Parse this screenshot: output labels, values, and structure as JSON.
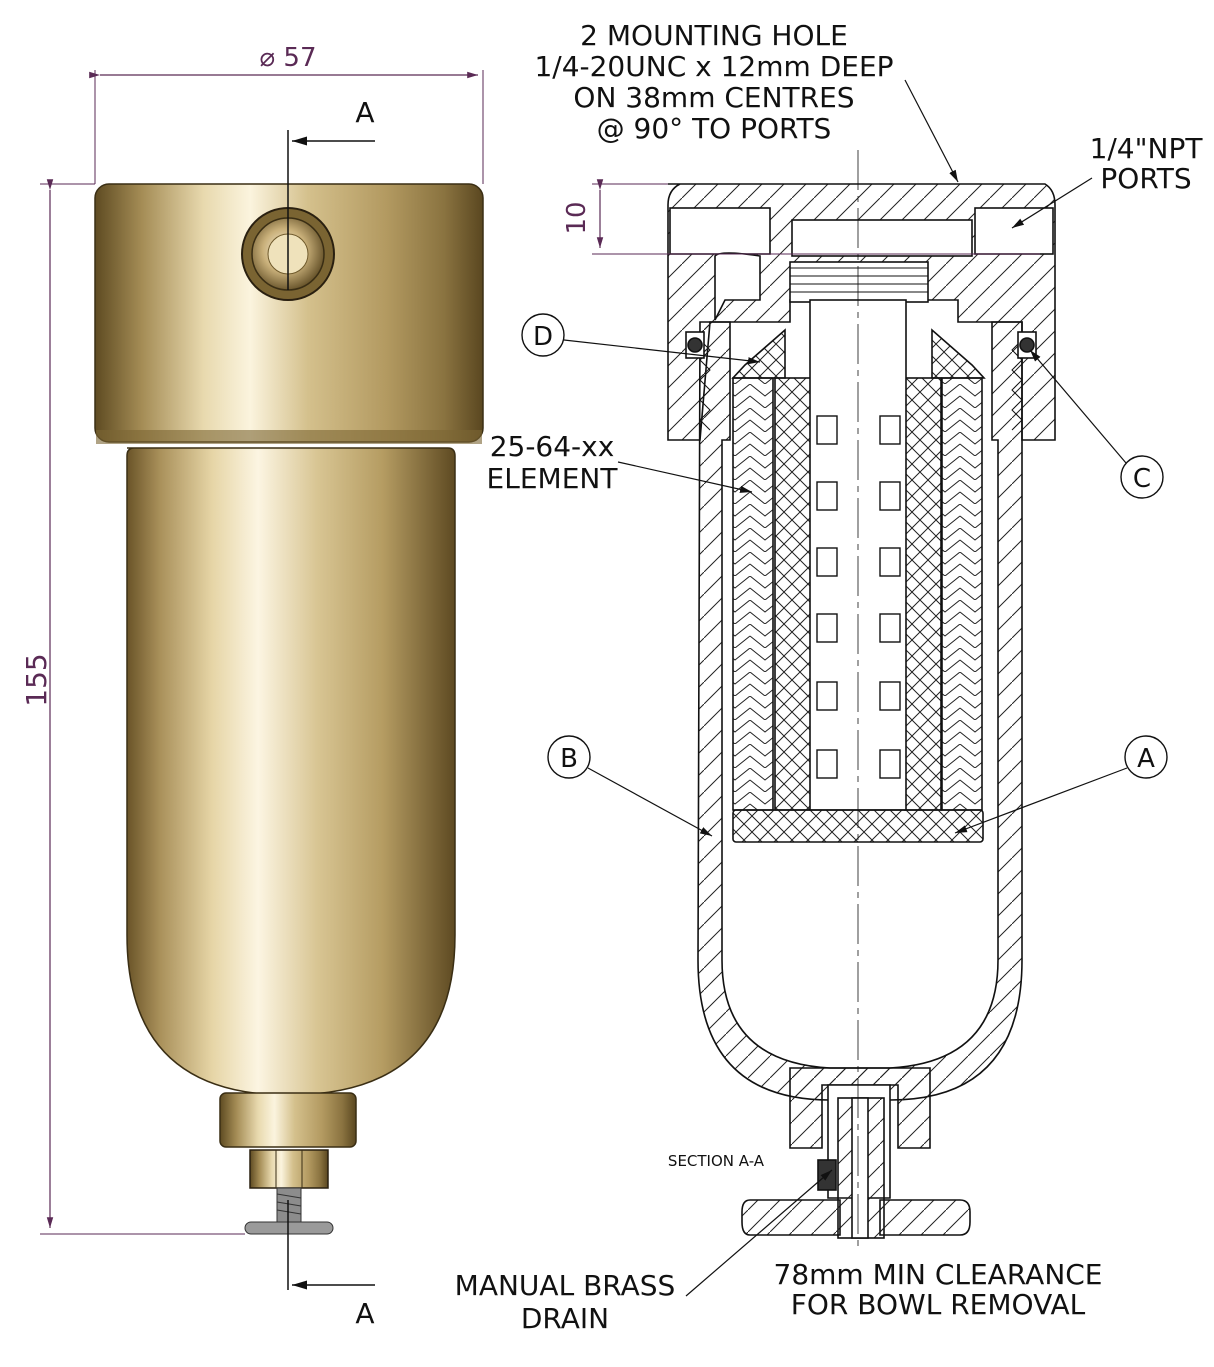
{
  "dimensions": {
    "diameter": "⌀ 57",
    "height": "155",
    "port_offset": "10"
  },
  "section_markers": {
    "top": "A",
    "bottom": "A"
  },
  "callouts": {
    "mounting_hole": [
      "2 MOUNTING HOLE",
      "1/4-20UNC x 12mm DEEP",
      "ON 38mm CENTRES",
      "@ 90° TO PORTS"
    ],
    "ports": [
      "1/4\"NPT",
      "PORTS"
    ],
    "element": [
      "25-64-xx",
      "ELEMENT"
    ],
    "drain": [
      "MANUAL BRASS",
      "DRAIN"
    ],
    "clearance": [
      "78mm MIN CLEARANCE",
      "FOR BOWL REMOVAL"
    ],
    "section_label": "SECTION A-A"
  },
  "balloons": {
    "a": "A",
    "b": "B",
    "c": "C",
    "d": "D"
  },
  "colors": {
    "brass_light": "#f4e8c6",
    "brass_mid": "#c9b07a",
    "brass_dark": "#6f5a2c",
    "dimension_line": "#5a2a55",
    "outline": "#111111"
  }
}
